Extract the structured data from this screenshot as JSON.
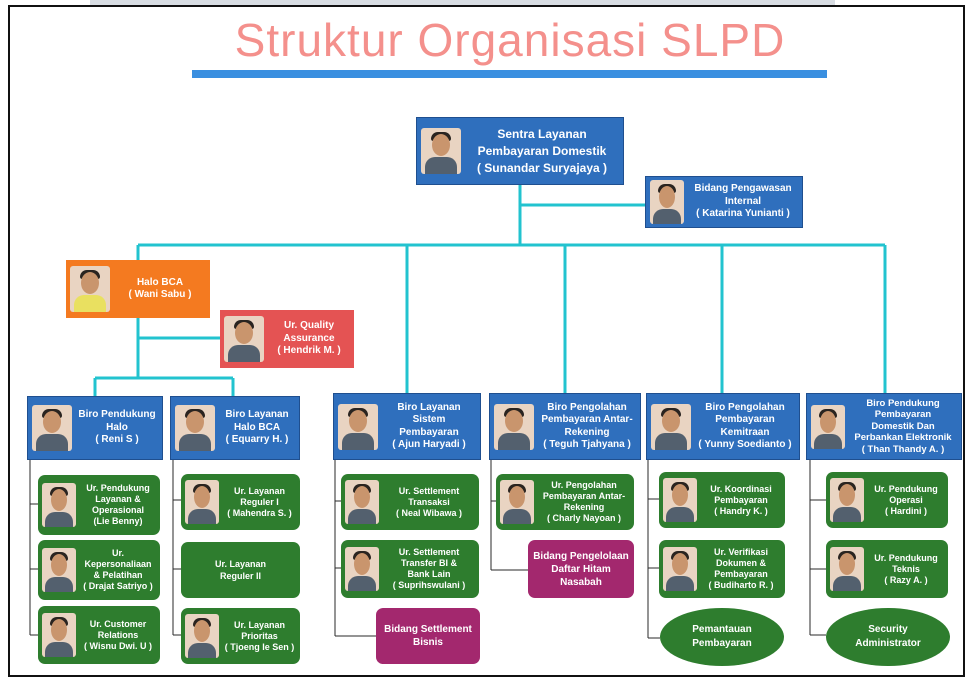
{
  "title": "Struktur Organisasi SLPD",
  "colors": {
    "title": "#f4908c",
    "title_bar": "#3a8fe0",
    "connector": "#22c3cf",
    "unit_box": "#2f6fbd",
    "sub_box": "#2e7d2e",
    "halo": "#f47a20",
    "qa": "#e45353",
    "bidang": "#a3286e"
  },
  "head": {
    "label": "Sentra Layanan\nPembayaran Domestik\n( Sunandar Suryajaya )"
  },
  "internal_audit": {
    "label": "Bidang Pengawasan\nInternal\n( Katarina Yunianti )"
  },
  "halo_bca": {
    "label": "Halo BCA\n( Wani Sabu )"
  },
  "quality_assurance": {
    "label": "Ur. Quality\nAssurance\n( Hendrik M. )"
  },
  "bureaus": [
    {
      "label": "Biro Pendukung\nHalo\n( Reni S )",
      "units": [
        {
          "label": "Ur. Pendukung\nLayanan &\nOperasional\n(Lie Benny)",
          "photo": true
        },
        {
          "label": "Ur.\nKepersonaliaan\n& Pelatihan\n( Drajat Satriyo )",
          "photo": true
        },
        {
          "label": "Ur. Customer\nRelations\n( Wisnu Dwi. U )",
          "photo": true
        }
      ]
    },
    {
      "label": "Biro Layanan\nHalo BCA\n( Equarry H. )",
      "units": [
        {
          "label": "Ur. Layanan\nReguler I\n( Mahendra S. )",
          "photo": true
        },
        {
          "label": "Ur. Layanan\nReguler II",
          "photo": false
        },
        {
          "label": "Ur. Layanan\nPrioritas\n( Tjoeng Ie Sen )",
          "photo": true
        }
      ]
    },
    {
      "label": "Biro Layanan Sistem\nPembayaran\n( Ajun Haryadi )",
      "units": [
        {
          "label": "Ur. Settlement\nTransaksi\n( Neal Wibawa )",
          "photo": true
        },
        {
          "label": "Ur. Settlement\nTransfer BI &\nBank Lain\n( Suprihswulani )",
          "photo": true
        }
      ],
      "bidang": "Bidang Settlement\nBisnis"
    },
    {
      "label": "Biro Pengolahan\nPembayaran Antar-\nRekening\n( Teguh Tjahyana )",
      "units": [
        {
          "label": "Ur. Pengolahan\nPembayaran Antar-\nRekening\n( Charly Nayoan )",
          "photo": true
        }
      ],
      "bidang": "Bidang Pengelolaan\nDaftar Hitam\nNasabah"
    },
    {
      "label": "Biro Pengolahan\nPembayaran\nKemitraan\n( Yunny Soedianto )",
      "units": [
        {
          "label": "Ur. Koordinasi\nPembayaran\n( Handry K. )",
          "photo": true
        },
        {
          "label": "Ur. Verifikasi\nDokumen &\nPembayaran\n( Budiharto R. )",
          "photo": true
        }
      ],
      "oval": "Pemantauan\nPembayaran"
    },
    {
      "label": "Biro Pendukung\nPembayaran\nDomestik Dan\nPerbankan Elektronik\n( Than Thandy A. )",
      "units": [
        {
          "label": "Ur. Pendukung\nOperasi\n( Hardini )",
          "photo": true
        },
        {
          "label": "Ur. Pendukung\nTeknis\n( Razy A. )",
          "photo": true
        }
      ],
      "oval": "Security\nAdministrator"
    }
  ]
}
